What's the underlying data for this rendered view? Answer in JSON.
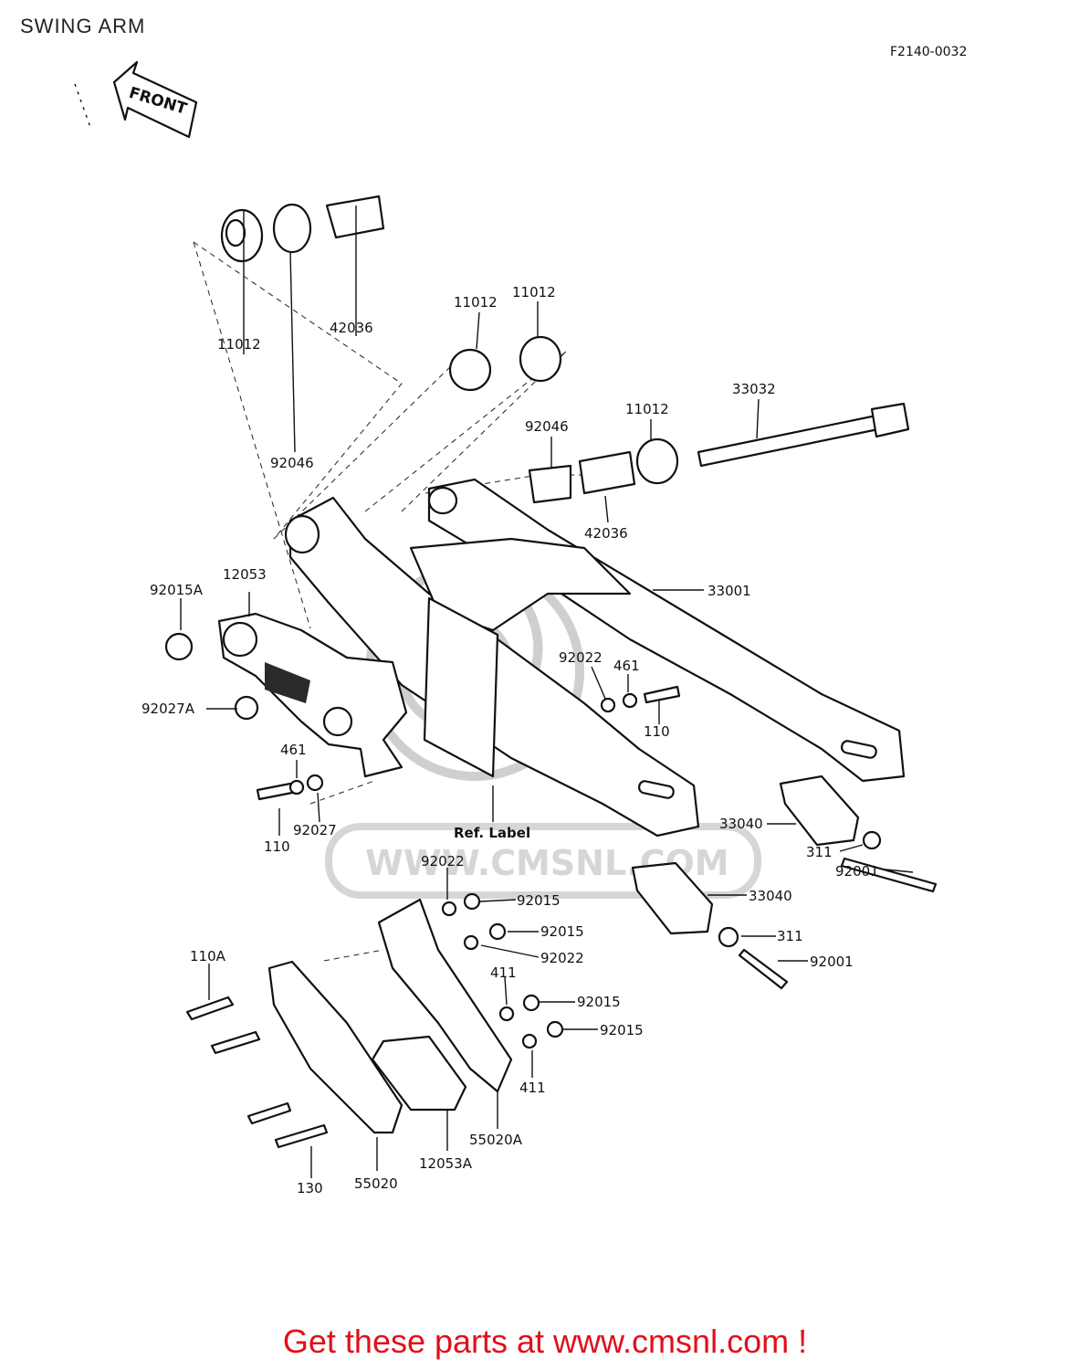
{
  "page": {
    "title": "SWING ARM",
    "diagram_code": "F2140-0032",
    "footer_link": "Get these parts at www.cmsnl.com !"
  },
  "diagram": {
    "front_arrow_label": "FRONT",
    "watermark_text": "WWW.CMSNL.COM",
    "ref_label": "Ref.  Label",
    "part_labels": [
      "11012",
      "42036",
      "92046",
      "11012",
      "11012",
      "92046",
      "11012",
      "33032",
      "42036",
      "33001",
      "12053",
      "92015A",
      "92027A",
      "461",
      "110",
      "92027",
      "92022",
      "461",
      "110",
      "33040",
      "311",
      "92001",
      "92022",
      "92015",
      "33040",
      "92015",
      "92022",
      "311",
      "92001",
      "411",
      "92015",
      "92015",
      "411",
      "110A",
      "130",
      "55020",
      "12053A",
      "55020A"
    ]
  }
}
